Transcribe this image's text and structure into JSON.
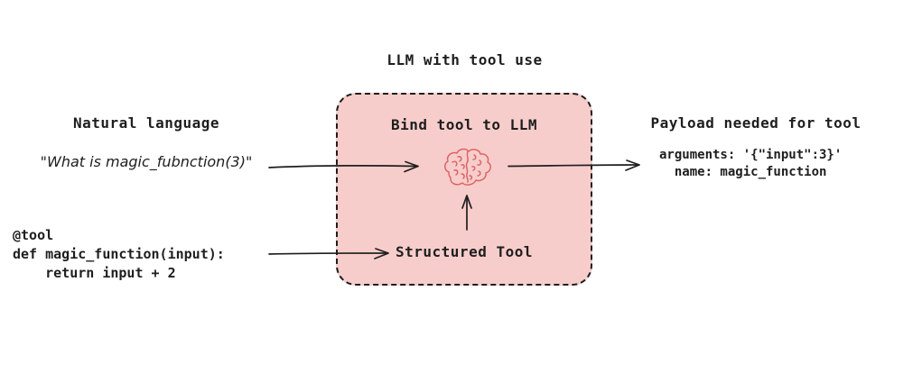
{
  "title": "LLM with tool use",
  "left_panel": {
    "heading": "Natural language",
    "quote": "\"What is magic_fubnction(3)\"",
    "code": "@tool\ndef magic_function(input):\n    return input + 2"
  },
  "center_box": {
    "heading": "Bind tool to LLM",
    "tool_label": "Structured Tool",
    "icon": "brain-icon"
  },
  "right_panel": {
    "heading": "Payload needed for tool",
    "payload": "arguments: '{\"input\":3}'\n  name: magic_function"
  },
  "colors": {
    "ink": "#1e1e1e",
    "box_fill": "#f7cdcb",
    "box_border": "#1e1e1e",
    "brain_stroke": "#db6565"
  }
}
